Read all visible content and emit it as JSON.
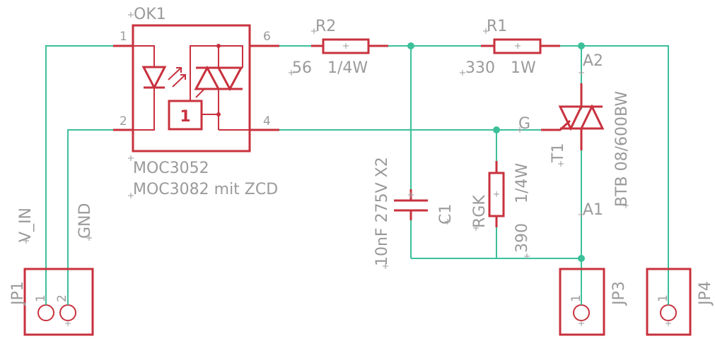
{
  "components": {
    "ok1": {
      "name": "OK1",
      "value_line1": "MOC3052",
      "value_line2": "MOC3082 mit ZCD",
      "pins": {
        "p1": "1",
        "p2": "2",
        "p6": "6",
        "p4": "4"
      },
      "zcd_symbol": "1"
    },
    "r2": {
      "name": "R2",
      "value": "56",
      "rating": "1/4W"
    },
    "r1": {
      "name": "R1",
      "value": "330",
      "rating": "1W"
    },
    "c1": {
      "name": "C1",
      "value": "10nF 275V X2"
    },
    "rgk": {
      "name": "RGK",
      "value": "390",
      "rating": "1/4W"
    },
    "t1": {
      "name": "T1",
      "value": "BTB 08/600BW",
      "pin_a2": "A2",
      "pin_a1": "A1",
      "pin_g": "G"
    },
    "jp1": {
      "name": "JP1",
      "pin1": "1",
      "pin2": "2"
    },
    "jp3": {
      "name": "JP3",
      "pin1": "1"
    },
    "jp4": {
      "name": "JP4",
      "pin1": "1"
    }
  },
  "nets": {
    "v_in": "V_IN",
    "gnd": "GND"
  },
  "colors": {
    "wire": "#3cc09a",
    "symbol": "#c8313d",
    "text": "#9a9a9a",
    "background": "#ffffff"
  }
}
